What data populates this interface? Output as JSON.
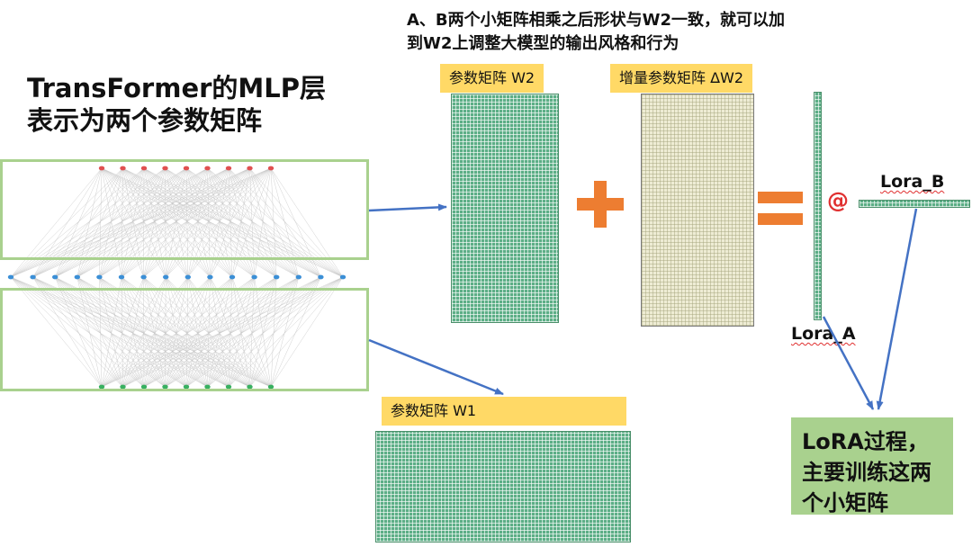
{
  "title": {
    "line1": "TransFormer的MLP层",
    "line2": "表示为两个参数矩阵"
  },
  "top_note": {
    "line1": "A、B两个小矩阵相乘之后形状与W2一致，就可以加",
    "line2": "到W2上调整大模型的输出风格和行为"
  },
  "labels": {
    "w2": "参数矩阵 W2",
    "delta_w2": "增量参数矩阵 ΔW2",
    "w1": "参数矩阵 W1",
    "lora_b": "Lora_B",
    "lora_a": "Lora_A",
    "at_symbol": "@"
  },
  "result_box": {
    "line1": "LoRA过程，",
    "line2": "主要训练这两",
    "line3": "个小矩阵"
  },
  "colors": {
    "frame_green": "#a9d18e",
    "matrix_green": "#5cae86",
    "delta_beige": "#eeecd4",
    "label_yellow": "#ffd966",
    "operator_orange": "#ed7d31",
    "arrow_blue": "#4472c4",
    "node_red": "#e05050",
    "node_blue": "#3b8fd6",
    "node_green": "#38b060"
  }
}
